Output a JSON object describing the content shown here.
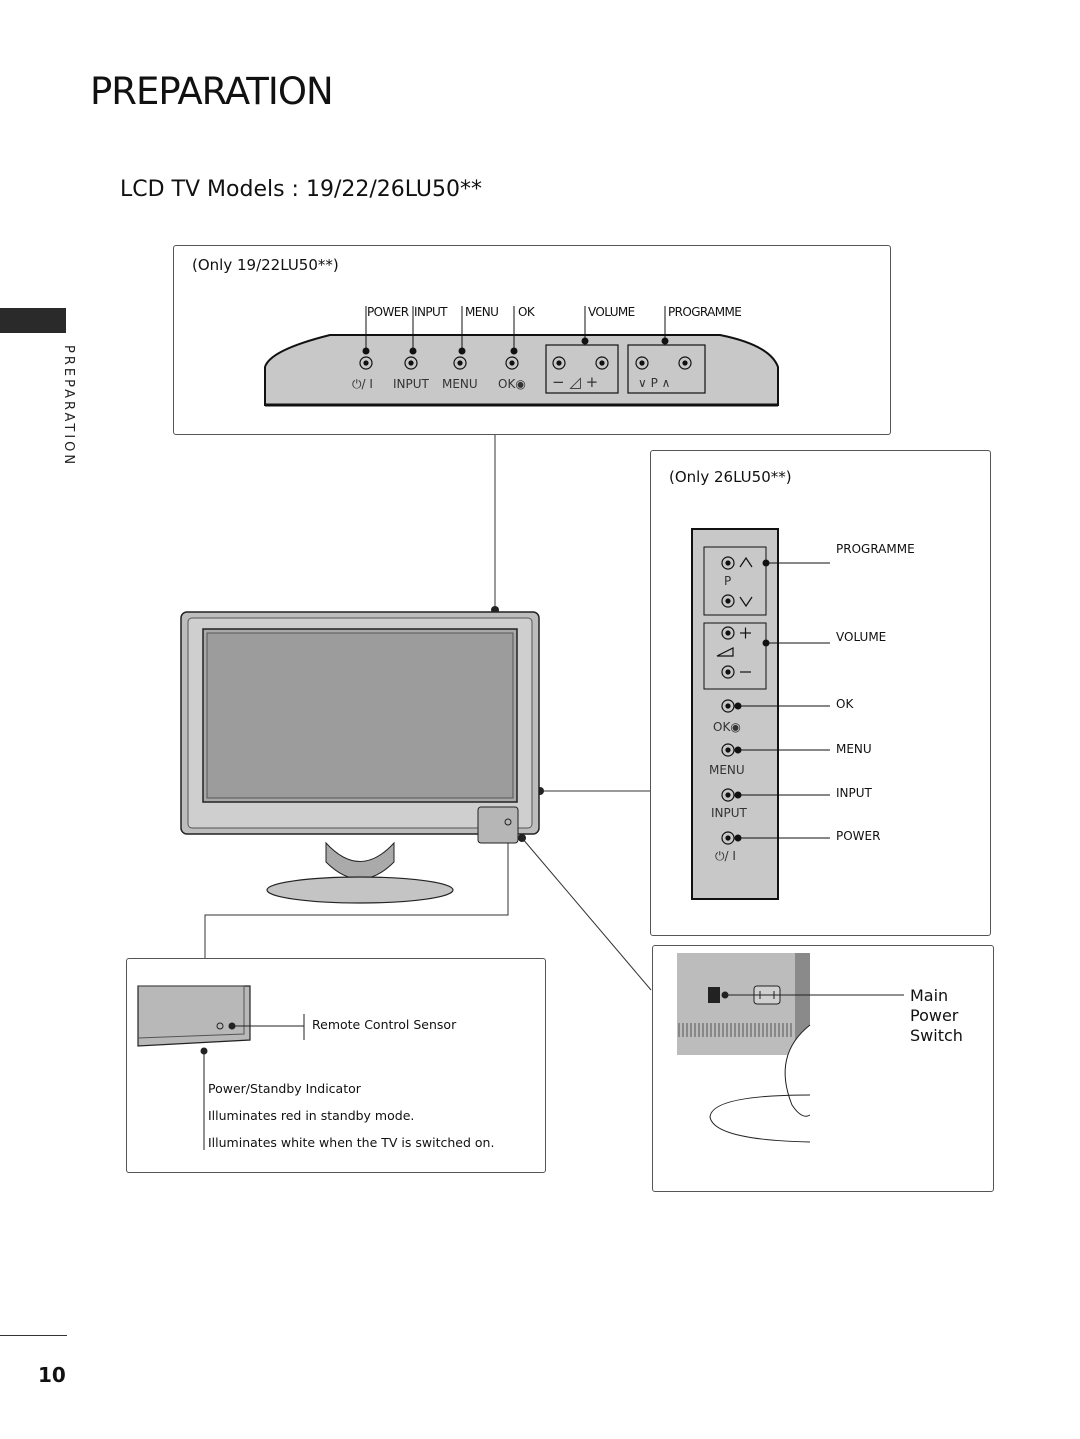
{
  "page": {
    "title": "PREPARATION",
    "section_title": "LCD TV Models : 19/22/26LU50**",
    "side_label": "PREPARATION",
    "page_number": "10"
  },
  "top_panel": {
    "caption": "Only 19/22LU50**",
    "button_labels": [
      "POWER",
      "INPUT",
      "MENU",
      "OK",
      "VOLUME",
      "PROGRAMME"
    ],
    "panel_marks": {
      "power": "⏻/ I",
      "input": "INPUT",
      "menu": "MENU",
      "ok": "OK◉",
      "volume": "− ◿ +",
      "programme": "∨  P  ∧"
    }
  },
  "side_panel": {
    "caption": "Only 26LU50**",
    "labels": [
      "PROGRAMME",
      "VOLUME",
      "OK",
      "MENU",
      "INPUT",
      "POWER"
    ],
    "panel_marks": {
      "programme_letter": "P",
      "ok": "OK◉",
      "menu": "MENU",
      "input": "INPUT",
      "power": "⏻/ I"
    }
  },
  "sensor_box": {
    "remote_sensor_label": "Remote Control Sensor",
    "indicator_title": "Power/Standby Indicator",
    "indicator_line_1": "Illuminates red in standby mode.",
    "indicator_line_2": "Illuminates white when the TV is switched on."
  },
  "power_box": {
    "switch_label_1": "Main",
    "switch_label_2": "Power",
    "switch_label_3": "Switch"
  },
  "colors": {
    "panel_fill": "#c8c8c8",
    "line": "#333333",
    "side_tab": "#2a2a2a"
  }
}
